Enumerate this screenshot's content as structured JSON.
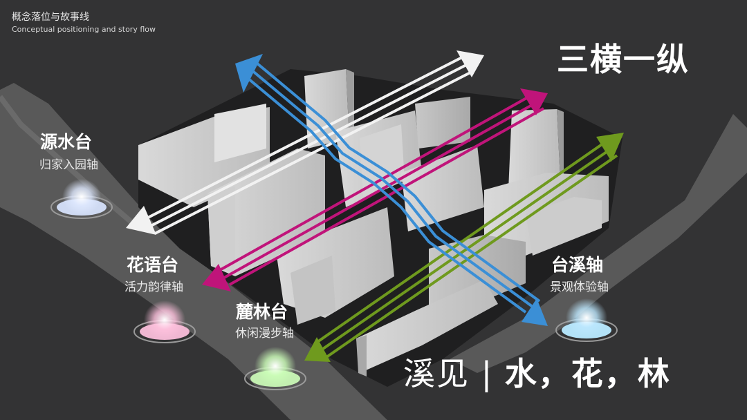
{
  "header": {
    "title": "概念落位与故事线",
    "subtitle": "Conceptual positioning and story flow"
  },
  "big_title": "三横一纵",
  "nodes": [
    {
      "name": "源水台",
      "axis": "归家入园轴",
      "color": "#dfe9ff"
    },
    {
      "name": "花语台",
      "axis": "活力韵律轴",
      "color": "#ffd1e6"
    },
    {
      "name": "麓林台",
      "axis": "休闲漫步轴",
      "color": "#d6ffc9"
    },
    {
      "name": "台溪轴",
      "axis": "景观体验轴",
      "color": "#cbeeff"
    }
  ],
  "axes_colors": {
    "white": "#f2f2f2",
    "magenta": "#c0147a",
    "green": "#6f9a1e",
    "blue": "#3b8fd6"
  },
  "slogan": {
    "part1": "溪见",
    "separator": " | ",
    "part2": "水，花，林"
  }
}
